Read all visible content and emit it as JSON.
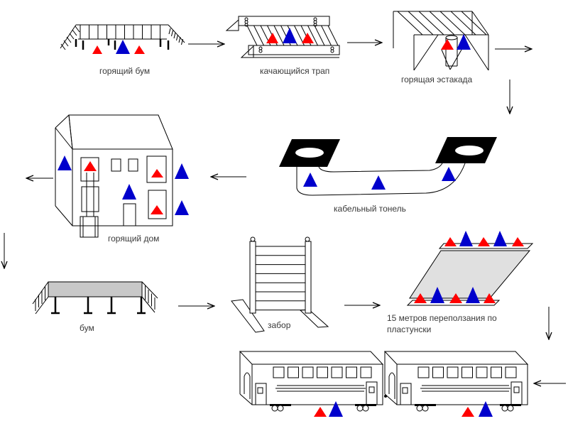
{
  "title": "Полоса препятствий",
  "colors": {
    "red_marker": "#ff0000",
    "blue_marker": "#0000cc",
    "deck_gray": "#c8c8c8",
    "crawl_gray": "#e0e0e0",
    "hatch_black": "#000000"
  },
  "stations": [
    {
      "id": "burning-boom",
      "label": "горящий бум",
      "markers": [
        "red",
        "blue",
        "red"
      ]
    },
    {
      "id": "swinging-ladder",
      "label": "качающийся трап",
      "markers": [
        "red",
        "blue",
        "red"
      ]
    },
    {
      "id": "burning-overpass",
      "label": "горящая эстакада",
      "markers": [
        "red",
        "blue"
      ]
    },
    {
      "id": "cable-tunnel",
      "label": "кабельный тонель",
      "markers": [
        "blue",
        "blue",
        "blue"
      ]
    },
    {
      "id": "burning-house",
      "label": "горящий дом",
      "markers": [
        "blue",
        "red",
        "red",
        "red",
        "blue",
        "blue",
        "blue"
      ]
    },
    {
      "id": "boom",
      "label": "бум",
      "markers": []
    },
    {
      "id": "fence",
      "label": "забор",
      "markers": []
    },
    {
      "id": "crawl",
      "label_line1": "15 метров переползания по",
      "label_line2": "пластунски",
      "markers_top": [
        "red",
        "blue",
        "red",
        "blue",
        "red"
      ],
      "markers_bottom": [
        "red",
        "blue",
        "red",
        "blue",
        "red"
      ]
    },
    {
      "id": "train-cars",
      "label": "",
      "markers": [
        "red",
        "blue",
        "red",
        "blue"
      ]
    }
  ],
  "flow_arrows": [
    {
      "from": "burning-boom",
      "to": "swinging-ladder",
      "direction": "right"
    },
    {
      "from": "swinging-ladder",
      "to": "burning-overpass",
      "direction": "right"
    },
    {
      "from": "burning-overpass",
      "to": "exit",
      "direction": "right"
    },
    {
      "from": "burning-overpass",
      "to": "cable-tunnel",
      "direction": "down"
    },
    {
      "from": "cable-tunnel",
      "to": "burning-house",
      "direction": "left"
    },
    {
      "from": "burning-house",
      "to": "exit",
      "direction": "left"
    },
    {
      "from": "burning-house",
      "to": "boom",
      "direction": "down"
    },
    {
      "from": "boom",
      "to": "fence",
      "direction": "right"
    },
    {
      "from": "fence",
      "to": "crawl",
      "direction": "right"
    },
    {
      "from": "crawl",
      "to": "train-cars",
      "direction": "down"
    },
    {
      "from": "entry",
      "to": "train-cars",
      "direction": "left"
    }
  ]
}
